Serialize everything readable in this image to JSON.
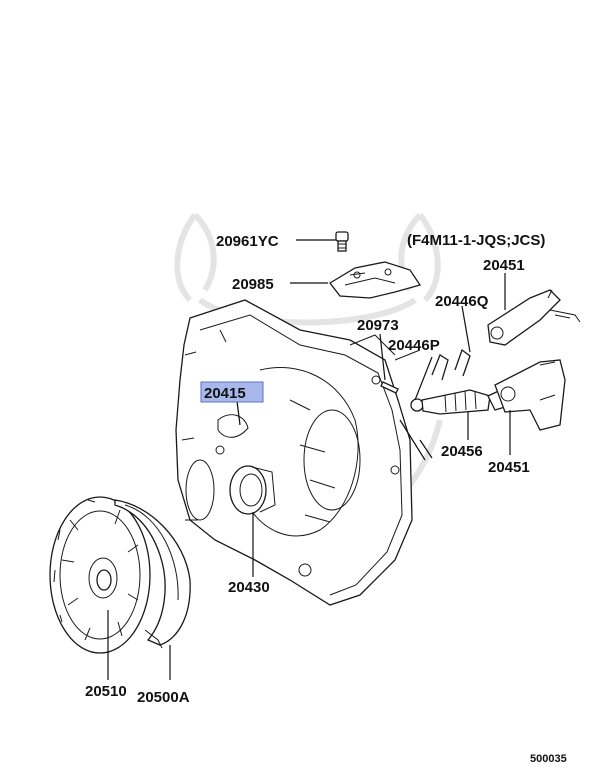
{
  "variant_note": "(F4M11-1-JQS;JCS)",
  "image_code": "500035",
  "highlight_color": "#a9b8ea",
  "watermark_icon": "logo-watermark",
  "part_labels": {
    "p20961YC": "20961YC",
    "p20985": "20985",
    "p20451_top": "20451",
    "p20446Q": "20446Q",
    "p20973": "20973",
    "p20446P": "20446P",
    "p20415": "20415",
    "p20456": "20456",
    "p20451_bottom": "20451",
    "p20430": "20430",
    "p20510": "20510",
    "p20500A": "20500A"
  }
}
